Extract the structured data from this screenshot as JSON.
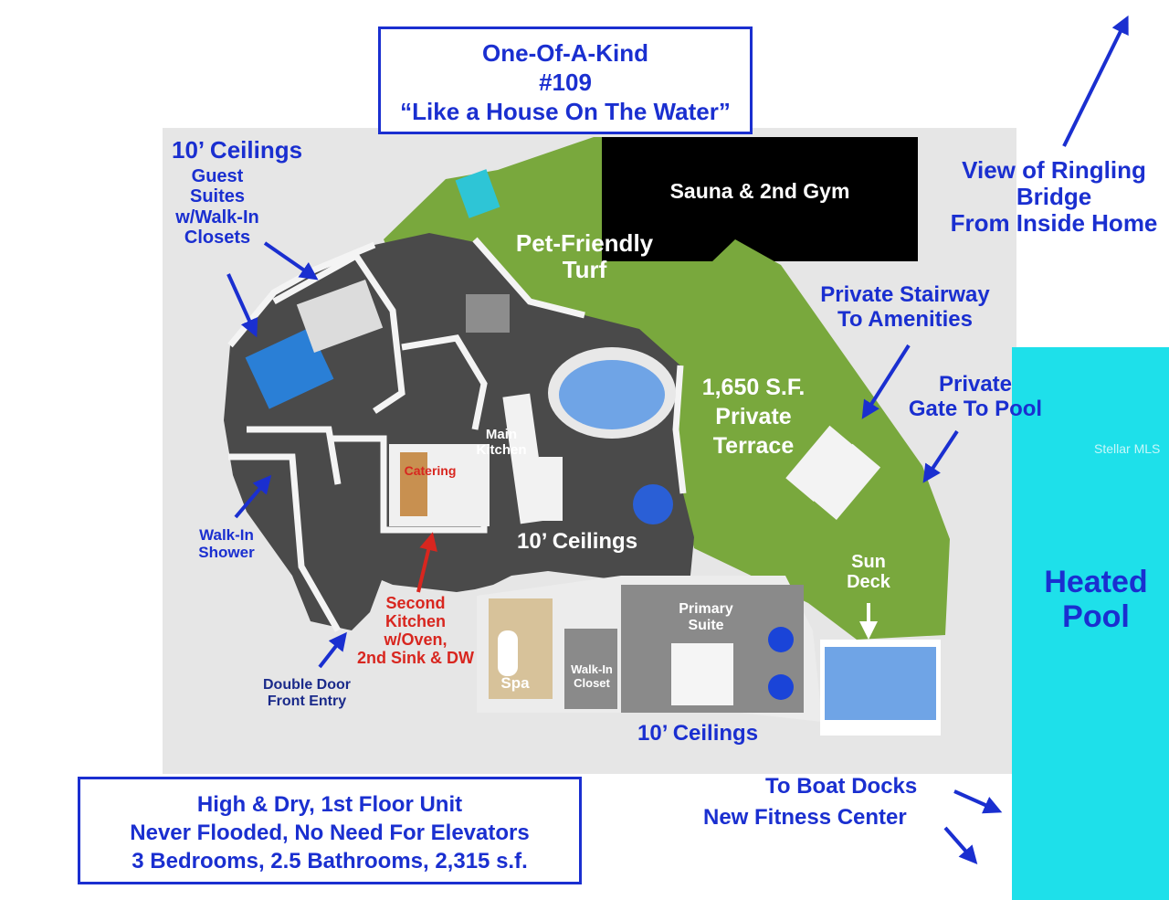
{
  "colors": {
    "accent_blue": "#1a2fd0",
    "turf": "#79a83d",
    "pool": "#1ee0ea",
    "floor": "#4a4a4a",
    "red": "#d8261f"
  },
  "title_box": {
    "line1": "One-Of-A-Kind",
    "line2": "#109",
    "line3": "“Like a House On The Water”"
  },
  "summary_box": {
    "line1": "High & Dry, 1st Floor Unit",
    "line2": "Never Flooded, No Need For Elevators",
    "line3": "3 Bedrooms, 2.5 Bathrooms, 2,315 s.f."
  },
  "labels": {
    "ceilings_top": "10’ Ceilings",
    "guest_suites": [
      "Guest",
      "Suites",
      "w/Walk-In",
      "Closets"
    ],
    "sauna": "Sauna & 2nd Gym",
    "turf": [
      "Pet-Friendly",
      "Turf"
    ],
    "view": [
      "View of Ringling",
      "Bridge",
      "From Inside Home"
    ],
    "stairway": [
      "Private Stairway",
      "To Amenities"
    ],
    "gate": [
      "Private",
      "Gate To Pool"
    ],
    "terrace": [
      "1,650 S.F.",
      "Private",
      "Terrace"
    ],
    "main_kitchen": [
      "Main",
      "Kitchen"
    ],
    "catering": "Catering",
    "ceilings_mid": "10’ Ceilings",
    "walkin_shower": [
      "Walk-In",
      "Shower"
    ],
    "second_kitchen": [
      "Second",
      "Kitchen",
      "w/Oven,",
      "2nd Sink & DW"
    ],
    "front_entry": [
      "Double Door",
      "Front Entry"
    ],
    "spa": "Spa",
    "walkin_closet": [
      "Walk-In",
      "Closet"
    ],
    "primary_suite": [
      "Primary",
      "Suite"
    ],
    "sun_deck": [
      "Sun",
      "Deck"
    ],
    "heated_pool": [
      "Heated",
      "Pool"
    ],
    "ceilings_bottom": "10’ Ceilings",
    "boat_docks": "To Boat Docks",
    "fitness": "New Fitness Center",
    "watermark": "Stellar MLS"
  }
}
